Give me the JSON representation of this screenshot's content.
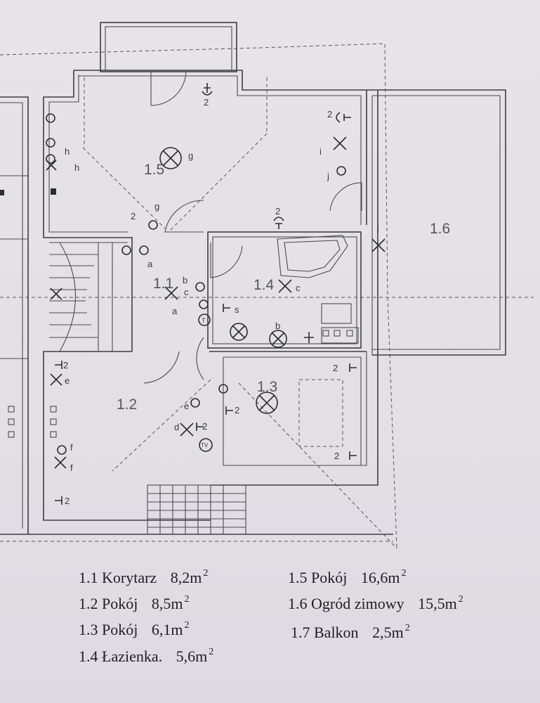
{
  "plan": {
    "rooms": [
      {
        "id": "1.1",
        "label": "1.1"
      },
      {
        "id": "1.2",
        "label": "1.2"
      },
      {
        "id": "1.3",
        "label": "1.3"
      },
      {
        "id": "1.4",
        "label": "1.4"
      },
      {
        "id": "1.5",
        "label": "1.5"
      },
      {
        "id": "1.6",
        "label": "1.6"
      }
    ],
    "symbol_labels": {
      "two": "2",
      "a": "a",
      "b": "b",
      "c": "c",
      "d": "d",
      "e": "e",
      "f": "f",
      "g": "g",
      "h": "h",
      "i": "i",
      "j": "j",
      "s": "s",
      "T": "T",
      "TV": "TV"
    }
  },
  "legend": {
    "items": [
      {
        "code": "1.1",
        "name": "Korytarz",
        "area": "8,2m",
        "sup": "2"
      },
      {
        "code": "1.2",
        "name": "Pokój",
        "area": "8,5m",
        "sup": "2"
      },
      {
        "code": "1.3",
        "name": "Pokój",
        "area": "6,1m",
        "sup": "2"
      },
      {
        "code": "1.4",
        "name": "Łazienka.",
        "area": "5,6m",
        "sup": "2"
      },
      {
        "code": "1.5",
        "name": "Pokój",
        "area": "16,6m",
        "sup": "2"
      },
      {
        "code": "1.6",
        "name": "Ogród zimowy",
        "area": "15,5m",
        "sup": "2"
      },
      {
        "code": "1.7",
        "name": "Balkon",
        "area": "2,5m",
        "sup": "2"
      }
    ]
  }
}
